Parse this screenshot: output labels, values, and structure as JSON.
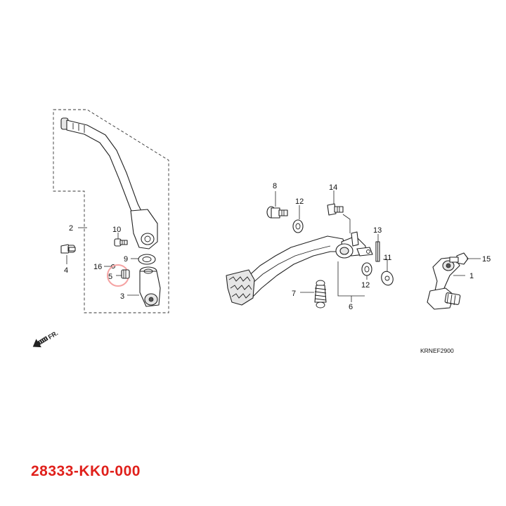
{
  "diagram": {
    "callouts": {
      "c1": "1",
      "c2": "2",
      "c3": "3",
      "c4": "4",
      "c5": "5",
      "c6": "6",
      "c7": "7",
      "c8": "8",
      "c9": "9",
      "c10": "10",
      "c11": "11",
      "c12a": "12",
      "c12b": "12",
      "c13": "13",
      "c14": "14",
      "c15": "15",
      "c16": "16"
    },
    "front_marker": "FR.",
    "drawing_code": "KRNEF2900",
    "highlight_color": "#f5a3a3"
  },
  "part_number": {
    "text": "28333-KK0-000",
    "color": "#e0201b"
  }
}
